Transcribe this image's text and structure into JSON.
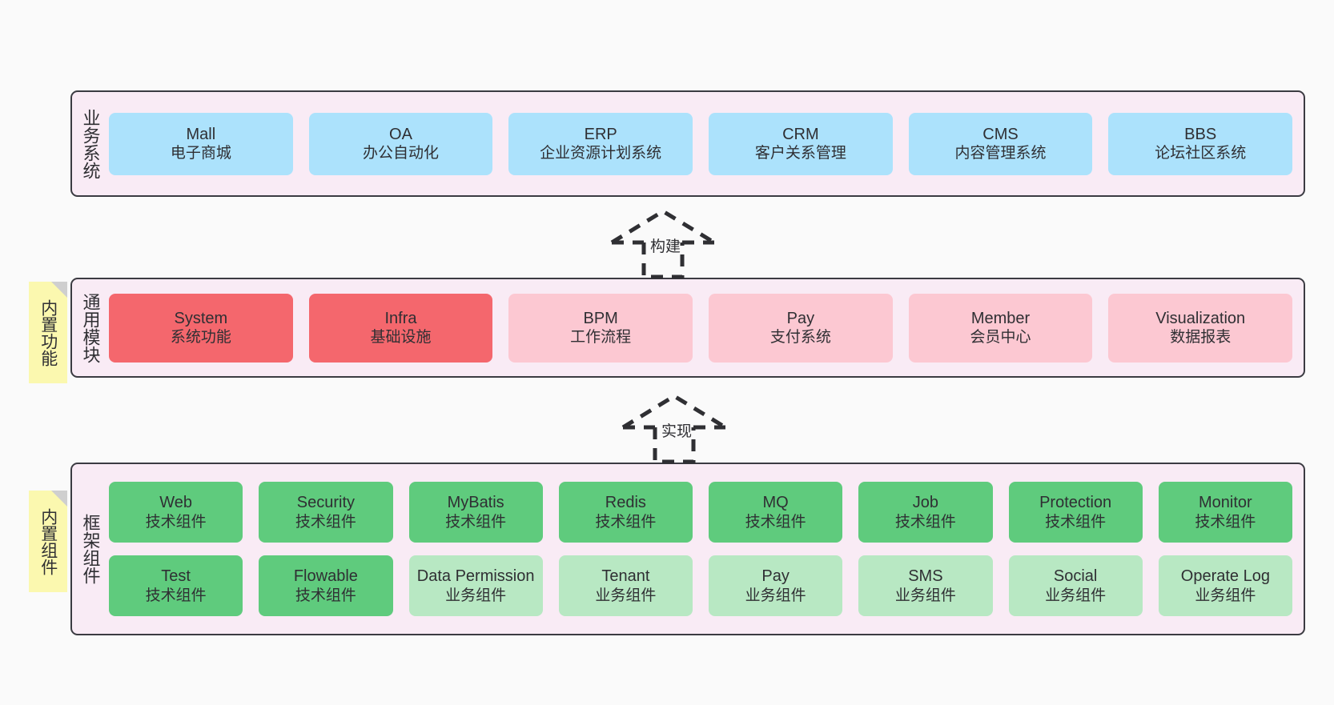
{
  "diagram": {
    "background": "#fafafa",
    "panel_bg": "#f9ebf5",
    "panel_border": "#3b3b42",
    "sticky_bg": "#fbf8af",
    "colors": {
      "business": "#ace2fc",
      "module_core": "#f4676d",
      "module_light": "#fcc8d2",
      "tech_component": "#5fcb7d",
      "business_component": "#b8e8c3"
    }
  },
  "layers": {
    "business": {
      "title": "业务系统",
      "items": [
        {
          "en": "Mall",
          "cn": "电子商城"
        },
        {
          "en": "OA",
          "cn": "办公自动化"
        },
        {
          "en": "ERP",
          "cn": "企业资源计划系统"
        },
        {
          "en": "CRM",
          "cn": "客户关系管理"
        },
        {
          "en": "CMS",
          "cn": "内容管理系统"
        },
        {
          "en": "BBS",
          "cn": "论坛社区系统"
        }
      ]
    },
    "modules": {
      "title": "通用模块",
      "sticky": "内置功能",
      "items": [
        {
          "en": "System",
          "cn": "系统功能",
          "tone": "core"
        },
        {
          "en": "Infra",
          "cn": "基础设施",
          "tone": "core"
        },
        {
          "en": "BPM",
          "cn": "工作流程",
          "tone": "light"
        },
        {
          "en": "Pay",
          "cn": "支付系统",
          "tone": "light"
        },
        {
          "en": "Member",
          "cn": "会员中心",
          "tone": "light"
        },
        {
          "en": "Visualization",
          "cn": "数据报表",
          "tone": "light"
        }
      ]
    },
    "framework": {
      "title": "框架组件",
      "sticky": "内置组件",
      "row_tech": [
        {
          "en": "Web",
          "cn": "技术组件"
        },
        {
          "en": "Security",
          "cn": "技术组件"
        },
        {
          "en": "MyBatis",
          "cn": "技术组件"
        },
        {
          "en": "Redis",
          "cn": "技术组件"
        },
        {
          "en": "MQ",
          "cn": "技术组件"
        },
        {
          "en": "Job",
          "cn": "技术组件"
        },
        {
          "en": "Protection",
          "cn": "技术组件"
        },
        {
          "en": "Monitor",
          "cn": "技术组件"
        }
      ],
      "row_business": [
        {
          "en": "Test",
          "cn": "技术组件",
          "tone": "tech"
        },
        {
          "en": "Flowable",
          "cn": "技术组件",
          "tone": "tech"
        },
        {
          "en": "Data Permission",
          "cn": "业务组件",
          "tone": "business"
        },
        {
          "en": "Tenant",
          "cn": "业务组件",
          "tone": "business"
        },
        {
          "en": "Pay",
          "cn": "业务组件",
          "tone": "business"
        },
        {
          "en": "SMS",
          "cn": "业务组件",
          "tone": "business"
        },
        {
          "en": "Social",
          "cn": "业务组件",
          "tone": "business"
        },
        {
          "en": "Operate Log",
          "cn": "业务组件",
          "tone": "business"
        }
      ]
    }
  },
  "connectors": [
    {
      "label": "构建",
      "from": "modules",
      "to": "business"
    },
    {
      "label": "实现",
      "from": "framework",
      "to": "modules"
    }
  ]
}
